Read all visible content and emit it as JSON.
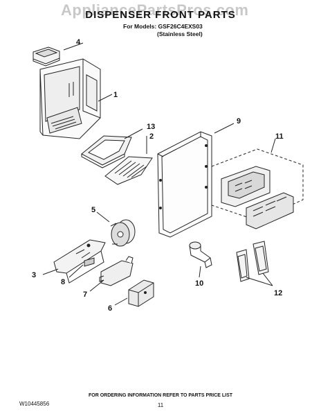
{
  "watermark": "AppliancePartsPros.com",
  "title": "DISPENSER FRONT PARTS",
  "models_line": "For Models: GSF26C4EXS03",
  "variant": "(Stainless Steel)",
  "callouts": [
    "1",
    "2",
    "3",
    "4",
    "5",
    "6",
    "7",
    "8",
    "9",
    "10",
    "11",
    "12",
    "13"
  ],
  "footer_left": "W10445856",
  "footer_center": "FOR ORDERING INFORMATION REFER TO PARTS PRICE LIST",
  "page_number": "11"
}
